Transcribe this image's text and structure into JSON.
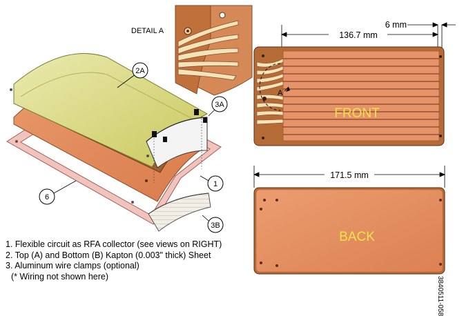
{
  "detail_label": "DETAIL A",
  "detail_marker": "A",
  "dimensions": {
    "front_length": "136.7 mm",
    "front_offset": "6 mm",
    "back_length": "171.5 mm"
  },
  "panels": {
    "front_label": "FRONT",
    "back_label": "BACK"
  },
  "callouts": [
    "2A",
    "3A",
    "1",
    "6",
    "3B"
  ],
  "notes": [
    "1. Flexible circuit as RFA collector (see views on RIGHT)",
    "2. Top (A) and Bottom (B) Kapton (0.003\" thick) Sheet",
    "3. Aluminum wire clamps (optional)",
    "(* Wiring not shown here)"
  ],
  "figure_id": "3840511-058",
  "colors": {
    "copper": "#e08a5c",
    "copper_dark": "#8a4a2a",
    "kapton_yellow": "#d8d872",
    "kapton_brown": "#b5703a",
    "label_yellow": "#f2e34a",
    "sheet_pink": "#f1c3bd"
  }
}
